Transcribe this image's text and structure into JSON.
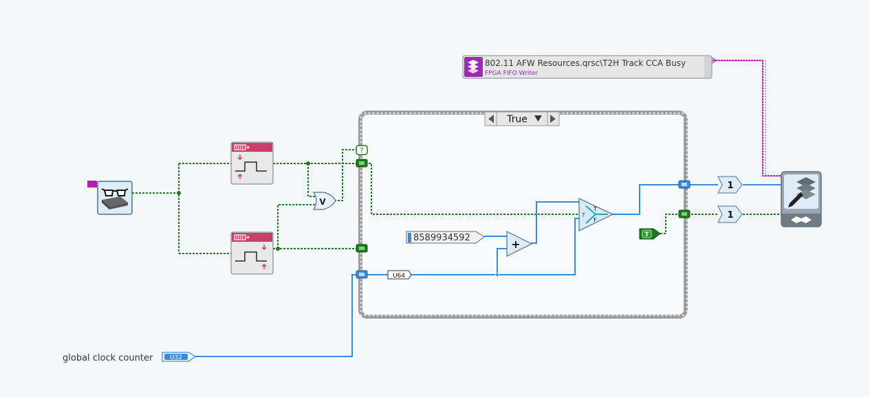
{
  "fifo_ref": {
    "name": "802.11 AFW Resources.qrsc\\T2H Track CCA Busy",
    "type_label": "FPGA FIFO Writer",
    "icon": "fifo-resource-icon"
  },
  "case_structure": {
    "selector_value": "True"
  },
  "constants": {
    "increment": "8589934592",
    "bool_true": "T",
    "index_top": "1",
    "index_bottom": "1"
  },
  "labels": {
    "u64": "U64",
    "u32": "U32",
    "global_clock": "global clock counter",
    "selector_question": "?",
    "select_t": "T",
    "select_f": "F",
    "select_q": "?",
    "or_symbol": "V",
    "add_symbol": "+"
  },
  "colors": {
    "bool_wire": "#1e7a1e",
    "numeric_wire": "#3a8ad8",
    "refnum_wire": "#b020b0",
    "edge_icon_header": "#c8406a",
    "fifo_purple": "#9d2ab5"
  }
}
